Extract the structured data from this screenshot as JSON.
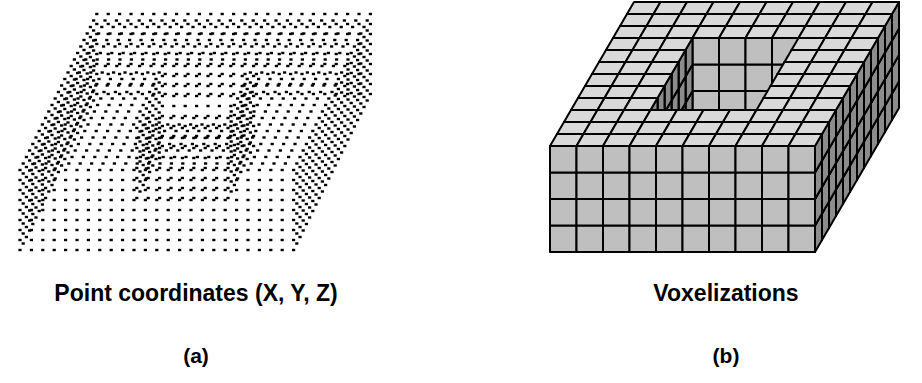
{
  "diagram": {
    "labels": [
      "Point coordinates (X, Y, Z)",
      "Voxelizations",
      "(a)",
      "(b)"
    ]
  }
}
